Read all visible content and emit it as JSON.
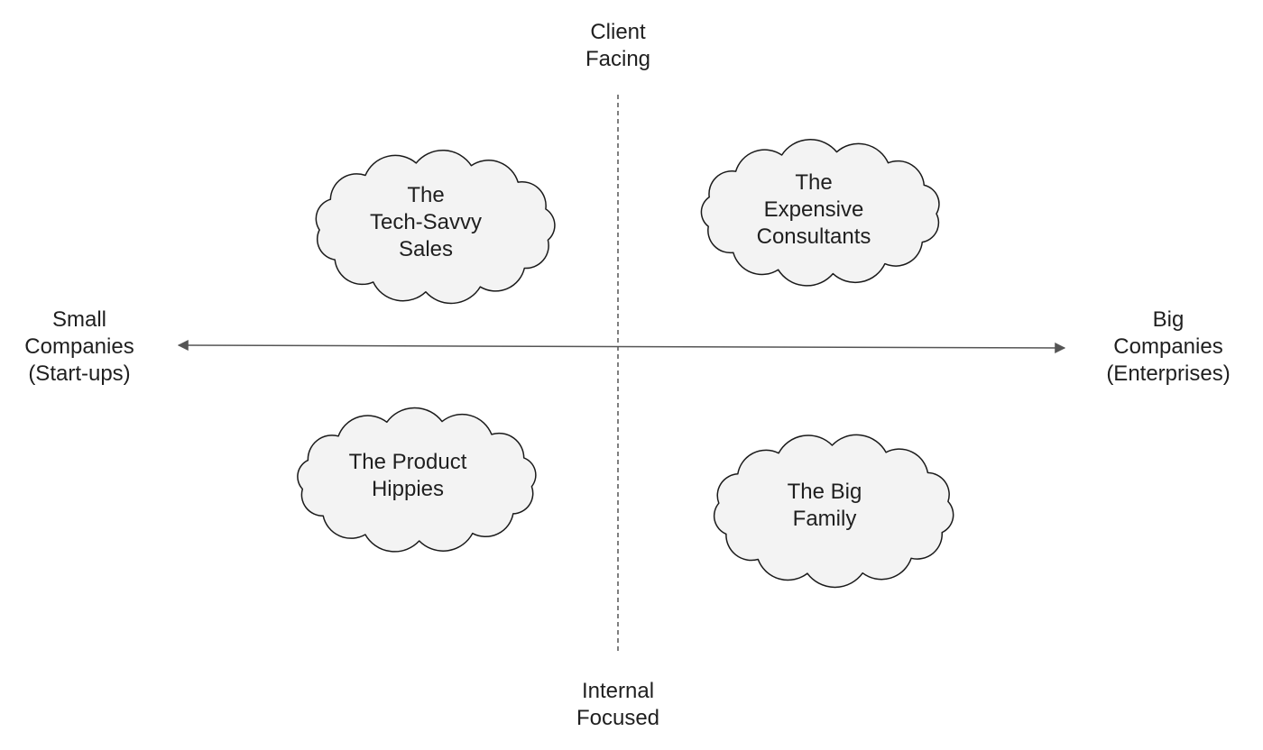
{
  "axes": {
    "top": [
      "Client",
      "Facing"
    ],
    "bottom": [
      "Internal",
      "Focused"
    ],
    "left": [
      "Small",
      "Companies",
      "(Start-ups)"
    ],
    "right": [
      "Big",
      "Companies",
      "(Enterprises)"
    ]
  },
  "quadrants": {
    "top_left": [
      "The",
      "Tech-Savvy",
      "Sales"
    ],
    "top_right": [
      "The",
      "Expensive",
      "Consultants"
    ],
    "bottom_left": [
      "The Product",
      "Hippies"
    ],
    "bottom_right": [
      "The Big",
      "Family"
    ]
  },
  "colors": {
    "cloud_fill": "#f3f3f3",
    "cloud_stroke": "#1a1a1a",
    "axis": "#555555"
  }
}
